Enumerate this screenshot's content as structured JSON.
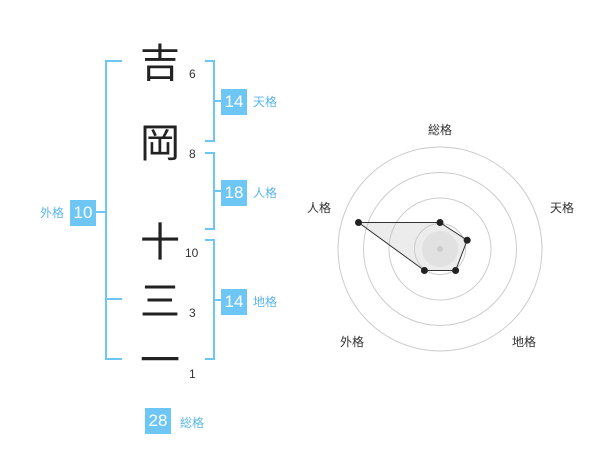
{
  "name": {
    "characters": [
      {
        "char": "吉",
        "strokes": "6"
      },
      {
        "char": "岡",
        "strokes": "8"
      },
      {
        "char": "十",
        "strokes": "10"
      },
      {
        "char": "三",
        "strokes": "3"
      },
      {
        "char": "一",
        "strokes": "1"
      }
    ]
  },
  "fortunes": {
    "tenkaku": {
      "value": "14",
      "label": "天格"
    },
    "jinkaku": {
      "value": "18",
      "label": "人格"
    },
    "chikaku": {
      "value": "14",
      "label": "地格"
    },
    "gaikaku": {
      "value": "10",
      "label": "外格"
    },
    "soukaku": {
      "value": "28",
      "label": "総格"
    }
  },
  "colors": {
    "accent": "#6ec6f4",
    "accent_text": "#5bb6ea",
    "text": "#222222",
    "ring": "#cccccc"
  },
  "chart_data": {
    "type": "radar",
    "axes": [
      "総格",
      "天格",
      "地格",
      "外格",
      "人格"
    ],
    "values": [
      0.26,
      0.28,
      0.26,
      0.26,
      0.84
    ],
    "rings": 4
  }
}
